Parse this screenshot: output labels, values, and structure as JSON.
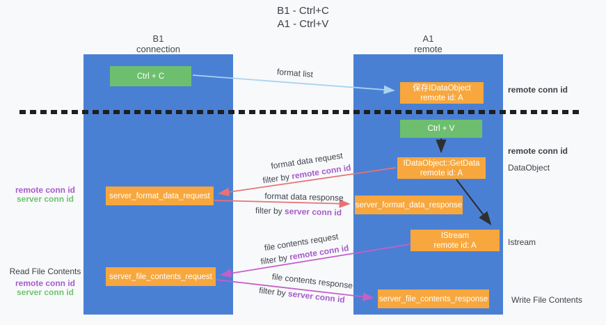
{
  "title": {
    "line1": "B1 - Ctrl+C",
    "line2": "A1 - Ctrl+V"
  },
  "lifelines": {
    "left": {
      "title": "B1",
      "subtitle": "connection"
    },
    "right": {
      "title": "A1",
      "subtitle": "remote"
    }
  },
  "nodes": {
    "ctrl_c": {
      "label": "Ctrl + C"
    },
    "save_dataobject": {
      "line1": "保存IDataObject",
      "line2": "remote id: A"
    },
    "ctrl_v": {
      "label": "Ctrl + V"
    },
    "getdata": {
      "line1": "IDataObject::GetData",
      "line2": "remote id: A"
    },
    "server_format_data_request": {
      "label": "server_format_data_request"
    },
    "server_format_data_response": {
      "label": "server_format_data_response"
    },
    "istream": {
      "line1": "IStream",
      "line2": "remote id: A"
    },
    "server_file_contents_request": {
      "label": "server_file_contents_request"
    },
    "server_file_contents_response": {
      "label": "server_file_contents_response"
    }
  },
  "arrows": {
    "format_list": {
      "label": "format list"
    },
    "format_data_request": {
      "label": "format data request",
      "filter_prefix": "filter by ",
      "filter_key": "remote conn id"
    },
    "format_data_response": {
      "label": "format data response",
      "filter_prefix": "filter by ",
      "filter_key": "server conn id"
    },
    "file_contents_request": {
      "label": "file contents request",
      "filter_prefix": "filter by ",
      "filter_key": "remote conn id"
    },
    "file_contents_response": {
      "label": "file contents response",
      "filter_prefix": "filter by ",
      "filter_key": "server conn id"
    }
  },
  "annotations": {
    "right": {
      "remote_conn_id_1": "remote conn id",
      "remote_conn_id_2": "remote conn id",
      "dataobject": "DataObject",
      "istream": "Istream",
      "write_file_contents": "Write File Contents"
    },
    "left": {
      "remote_conn_id": "remote conn id",
      "server_conn_id": "server conn id",
      "read_file_contents": "Read File Contents",
      "remote_conn_id_2": "remote conn id",
      "server_conn_id_2": "server conn id"
    }
  },
  "colors": {
    "lifeline_blue": "#4a80d4",
    "node_green": "#6dbf6f",
    "node_orange": "#f7a73d",
    "arrow_blue": "#a9d3ef",
    "arrow_red": "#e87373",
    "arrow_magenta": "#c55fc8",
    "arrow_black": "#2f2f2f",
    "text_purple": "#a65bcb",
    "text_green": "#6dc56f"
  }
}
